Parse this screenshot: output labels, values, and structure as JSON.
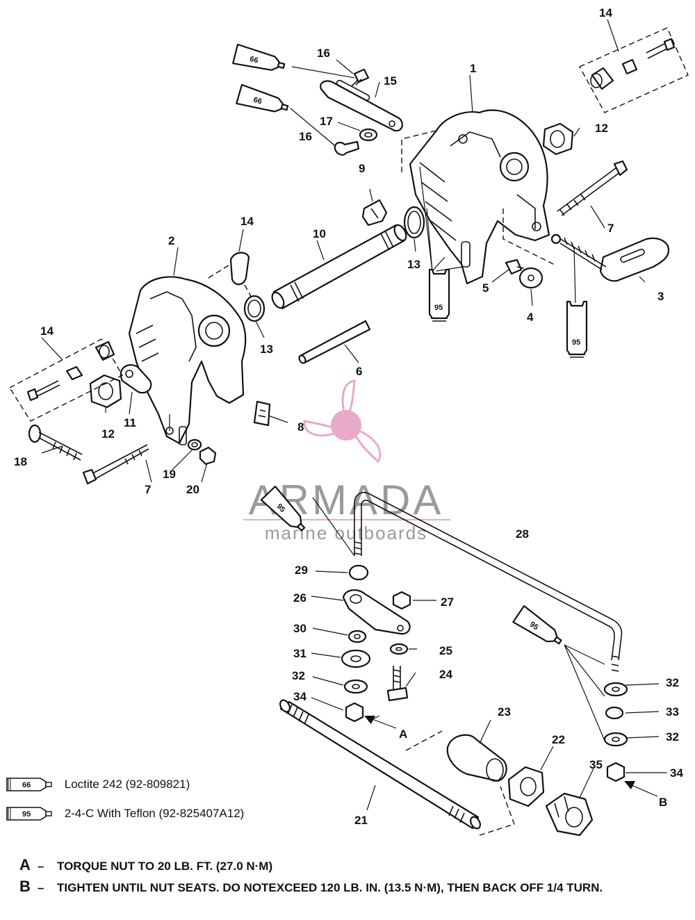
{
  "diagram": {
    "callouts": [
      "1",
      "2",
      "3",
      "4",
      "5",
      "6",
      "7",
      "7",
      "8",
      "9",
      "10",
      "11",
      "12",
      "12",
      "13",
      "13",
      "14",
      "14",
      "14",
      "15",
      "16",
      "16",
      "17",
      "18",
      "19",
      "20",
      "21",
      "22",
      "23",
      "24",
      "25",
      "26",
      "27",
      "28",
      "29",
      "30",
      "31",
      "32",
      "32",
      "32",
      "33",
      "34",
      "34",
      "35"
    ],
    "tube_labels": {
      "loctite": "66",
      "teflon": "95"
    },
    "reference_letters": {
      "a": "A",
      "b": "B"
    }
  },
  "watermark": {
    "brand": "ARMADA",
    "tagline": "marine outboards",
    "accent_color": "#e9a9c9"
  },
  "legend": [
    {
      "code": "66",
      "text": "Loctite 242  (92-809821)"
    },
    {
      "code": "95",
      "text": "2-4-C  With Teflon (92-825407A12)"
    }
  ],
  "notes": [
    {
      "letter": "A",
      "dash": "–",
      "text": "TORQUE NUT TO 20 LB. FT. (27.0 N·M)"
    },
    {
      "letter": "B",
      "dash": "–",
      "text": "TIGHTEN UNTIL NUT SEATS. DO NOTEXCEED 120 LB. IN. (13.5 N·M), THEN BACK OFF 1/4 TURN."
    }
  ]
}
